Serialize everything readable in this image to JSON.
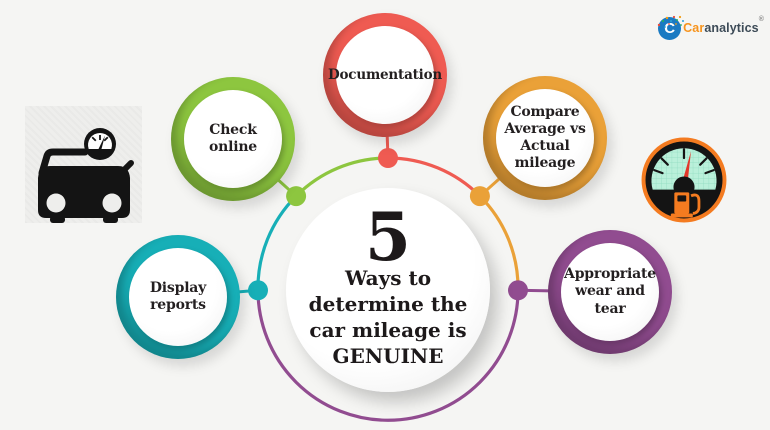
{
  "background_color": "#f5f5f3",
  "logo": {
    "icon_letter": "C",
    "icon_color": "#1a7ac2",
    "brand_primary": "Car",
    "brand_primary_color": "#f7941d",
    "brand_secondary": "analytics",
    "brand_secondary_color": "#3d4b57",
    "registered_mark": "®"
  },
  "center_circle": {
    "number": "5",
    "line1": "Ways to",
    "line2": "determine the",
    "line3": "car mileage is",
    "line4": "GENUINE"
  },
  "methods": [
    {
      "label": "Check\nonline",
      "color": "#8dc63f"
    },
    {
      "label": "Documentation",
      "color": "#ef5b52"
    },
    {
      "label": "Compare\nAverage vs\nActual\nmileage",
      "color": "#eaa138"
    },
    {
      "label": "Appropriate\nwear and tear",
      "color": "#914c90"
    },
    {
      "label": "Display\nreports",
      "color": "#17afb7"
    }
  ],
  "icons": {
    "left_icon": "car-with-speedometer",
    "right_icon": "fuel-gauge-with-pump",
    "accent_orange": "#f47b20",
    "needle_red": "#e2382b",
    "gauge_face_mint": "#baf0da",
    "gauge_grid": "#8fdbc0"
  }
}
